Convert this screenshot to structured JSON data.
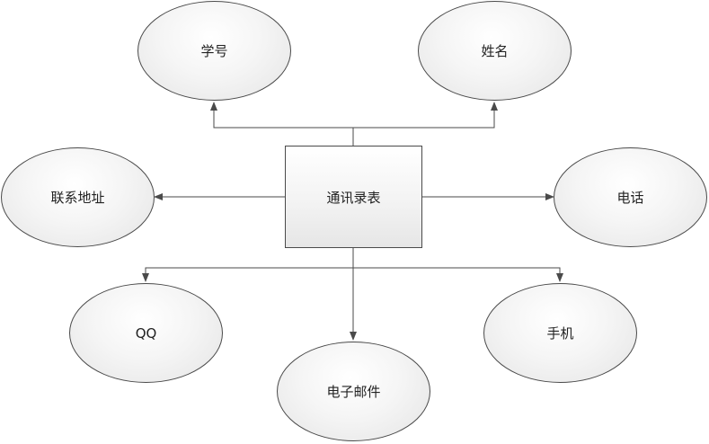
{
  "center": {
    "label": "通讯录表"
  },
  "nodes": {
    "student_id": "学号",
    "name": "姓名",
    "address": "联系地址",
    "phone": "电话",
    "qq": "QQ",
    "mobile": "手机",
    "email": "电子邮件"
  },
  "colors": {
    "stroke": "#4a4a4a",
    "text": "#222222"
  }
}
